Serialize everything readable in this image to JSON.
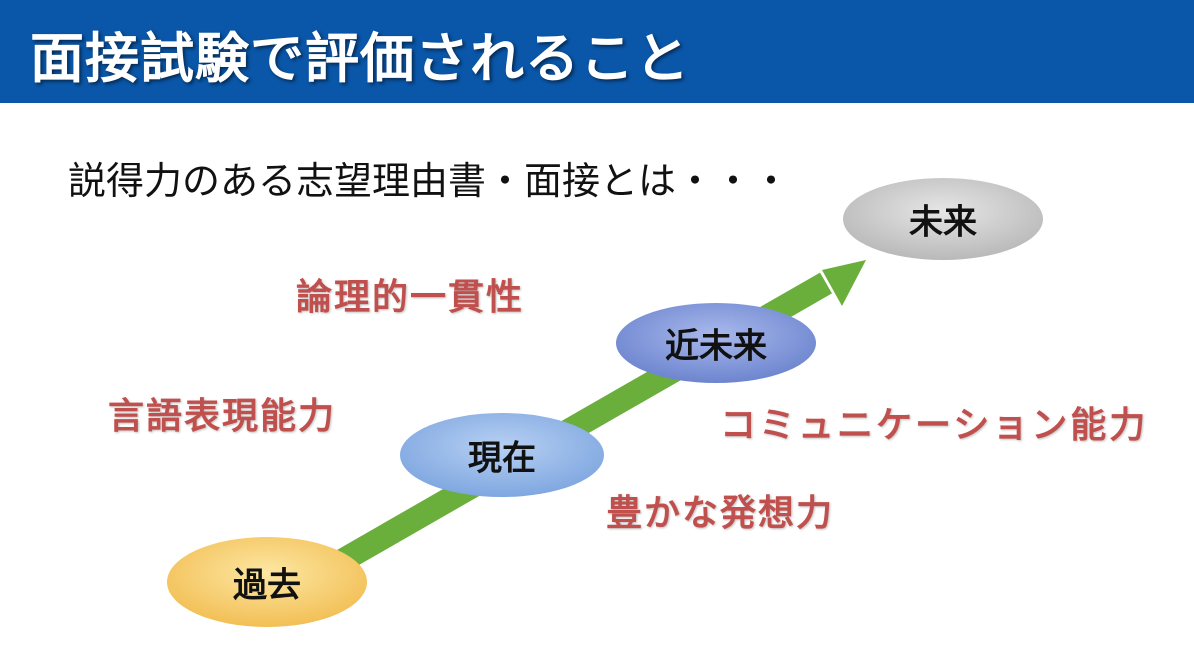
{
  "slide": {
    "title": "面接試験で評価されること",
    "subtitle": "説得力のある志望理由書・面接とは・・・"
  },
  "stages": [
    {
      "label": "過去",
      "color": "#f7c96a"
    },
    {
      "label": "現在",
      "color": "#8ab2e6"
    },
    {
      "label": "近未来",
      "color": "#7d93d8"
    },
    {
      "label": "未来",
      "color": "#c8c8c8"
    }
  ],
  "skills": [
    {
      "label": "論理的一貫性"
    },
    {
      "label": "言語表現能力"
    },
    {
      "label": "コミュニケーション能力"
    },
    {
      "label": "豊かな発想力"
    }
  ],
  "colors": {
    "header_bg": "#0a56a8",
    "skill_text": "#c0504d",
    "arrow": "#6aae3c"
  }
}
